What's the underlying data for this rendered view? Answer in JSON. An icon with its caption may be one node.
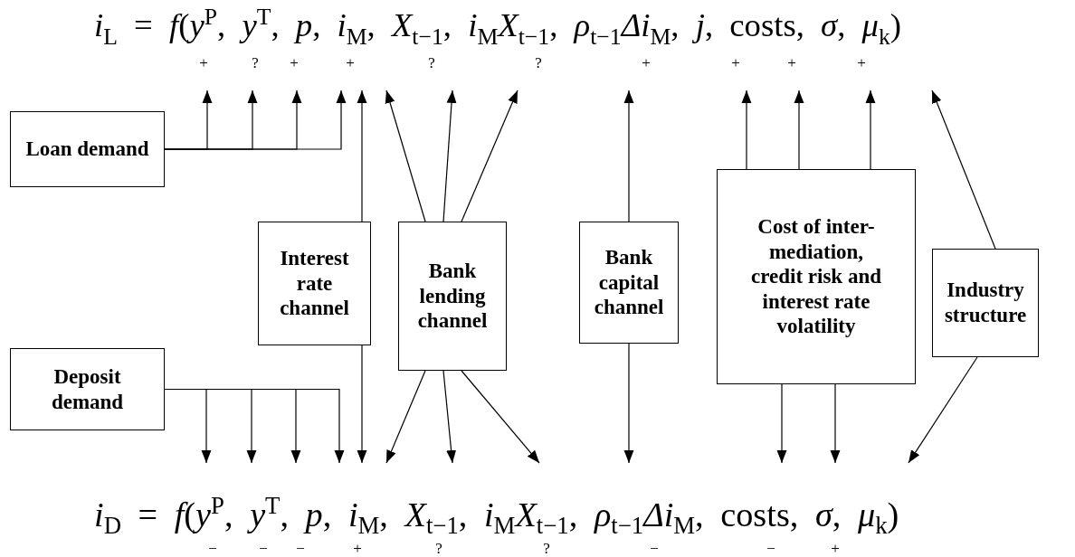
{
  "diagram": {
    "nodes": [
      {
        "text": [
          "*i*$_{L}$ = *f*(*y*$^{P}$, *y*$^{T}$, *p*, *i*$_{M}$, *X*$_{t−1}$, *i*$_{M}$*X*$_{t−1}$, *ρ*$_{t−1}$*Δi*$_{M}$, *j*, costs, *σ*, *μ*$_{k}$)"
        ],
        "beside": [
          "+",
          "?",
          "+",
          "+",
          "?",
          "?",
          "+",
          "+",
          "+",
          "+"
        ]
      },
      {
        "text": [
          "Loan demand"
        ]
      },
      {
        "text": [
          "Interest rate channel"
        ]
      },
      {
        "text": [
          "Bank lending channel"
        ]
      },
      {
        "text": [
          "Bank capital channel"
        ]
      },
      {
        "text": [
          "Cost of inter-mediation, credit risk and interest rate volatility"
        ]
      },
      {
        "text": [
          "Industry structure"
        ]
      },
      {
        "text": [
          "Deposit demand"
        ]
      },
      {
        "text": [
          "*i*$_{D}$ = *f*(*y*$^{P}$, *y*$^{T}$, *p*, *i*$_{M}$, *X*$_{t−1}$, *i*$_{M}$*X*$_{t−1}$, *ρ*$_{t−1}$*Δi*$_{M}$, costs, *σ*, *μ*$_{k}$)"
        ],
        "beside": [
          "−",
          "−",
          "−",
          "+",
          "?",
          "?",
          "−",
          "−",
          "+"
        ]
      }
    ],
    "edges": [
      {
        "from": 1,
        "to": 0,
        "arrow": "to"
      },
      {
        "from": 1,
        "to": 0,
        "arrow": "to"
      },
      {
        "from": 1,
        "to": 0,
        "arrow": "to"
      },
      {
        "from": 1,
        "to": 0,
        "arrow": "to"
      },
      {
        "from": 2,
        "to": 0,
        "arrow": "to"
      },
      {
        "from": 2,
        "to": 8,
        "arrow": "to"
      },
      {
        "from": 3,
        "to": 0,
        "arrow": "to"
      },
      {
        "from": 3,
        "to": 0,
        "arrow": "to"
      },
      {
        "from": 3,
        "to": 0,
        "arrow": "to"
      },
      {
        "from": 3,
        "to": 8,
        "arrow": "to"
      },
      {
        "from": 3,
        "to": 8,
        "arrow": "to"
      },
      {
        "from": 3,
        "to": 8,
        "arrow": "to"
      },
      {
        "from": 4,
        "to": 0,
        "arrow": "to"
      },
      {
        "from": 4,
        "to": 8,
        "arrow": "to"
      },
      {
        "from": 5,
        "to": 0,
        "arrow": "to"
      },
      {
        "from": 5,
        "to": 0,
        "arrow": "to"
      },
      {
        "from": 5,
        "to": 0,
        "arrow": "to"
      },
      {
        "from": 5,
        "to": 8,
        "arrow": "to"
      },
      {
        "from": 5,
        "to": 8,
        "arrow": "to"
      },
      {
        "from": 6,
        "to": 0,
        "arrow": "to"
      },
      {
        "from": 6,
        "to": 8,
        "arrow": "to"
      },
      {
        "from": 7,
        "to": 8,
        "arrow": "to"
      },
      {
        "from": 7,
        "to": 8,
        "arrow": "to"
      },
      {
        "from": 7,
        "to": 8,
        "arrow": "to"
      },
      {
        "from": 7,
        "to": 8,
        "arrow": "to"
      }
    ]
  }
}
